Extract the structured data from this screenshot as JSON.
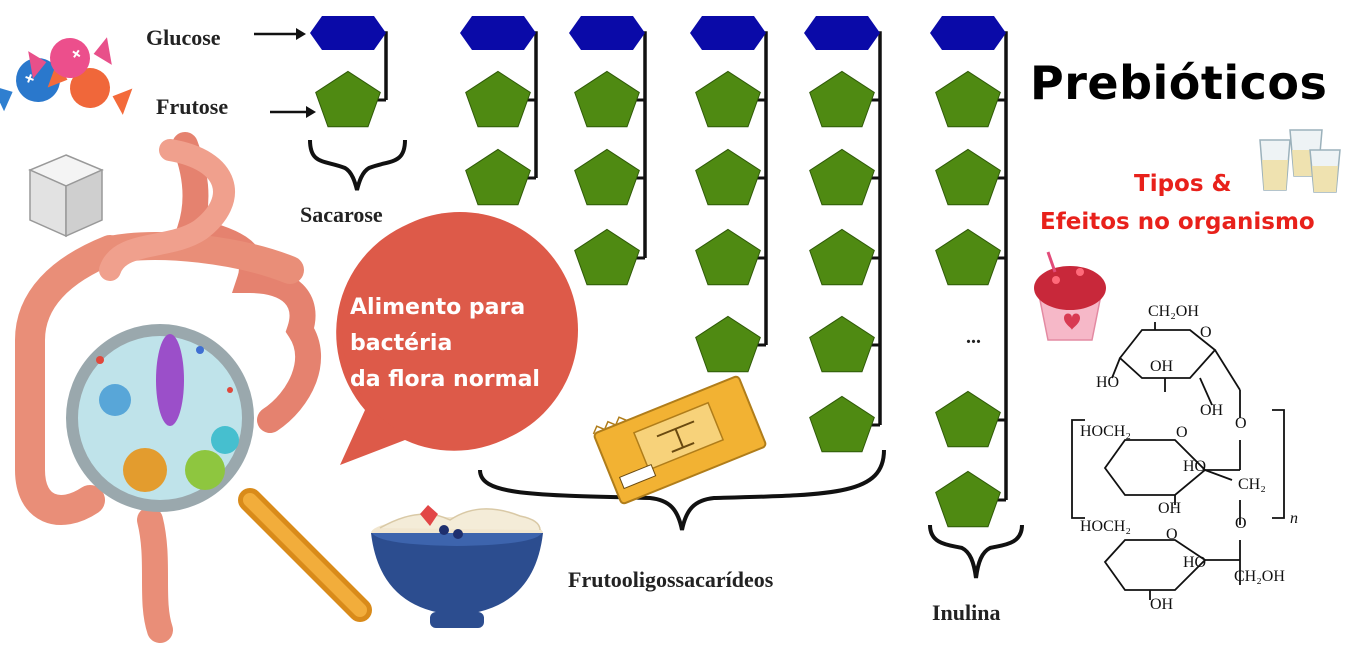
{
  "title": "Prebióticos",
  "subtitle": [
    "Tipos &",
    "Efeitos no organismo"
  ],
  "speech_bubble": [
    "Alimento para",
    "bactéria",
    "da flora normal"
  ],
  "labels": {
    "glucose": "Glucose",
    "frutose": "Frutose",
    "sacarose": "Sacarose",
    "fos": "Frutooligossacarídeos",
    "inulina": "Inulina",
    "ellipsis": "..."
  },
  "structure": {
    "ch2oh_top": "CH₂OH",
    "o_ring1": "O",
    "ho_left1": "HO",
    "oh_mid1": "OH",
    "oh_low1": "OH",
    "o_link1": "O",
    "hoch2_2": "HOCH₂",
    "o_ring2": "O",
    "ho_2": "HO",
    "oh_2": "OH",
    "ch2_2": "CH₂",
    "o_link2": "O",
    "n_sub": "n",
    "hoch2_3": "HOCH₂",
    "o_ring3": "O",
    "ho_3": "HO",
    "ch2oh_3": "CH₂OH",
    "oh_3": "OH"
  },
  "colors": {
    "glucose_unit": "#0a0aa8",
    "fructose_unit": "#4f8a12",
    "chain_line": "#111111",
    "bubble": "#dd5a49",
    "subtitle": "#e8211b"
  },
  "chains": [
    {
      "name": "sacarose",
      "fructose_units": 1
    },
    {
      "name": "fos-1",
      "fructose_units": 2
    },
    {
      "name": "fos-2",
      "fructose_units": 3
    },
    {
      "name": "fos-3",
      "fructose_units": 4
    },
    {
      "name": "fos-4",
      "fructose_units": 5
    },
    {
      "name": "inulina",
      "fructose_units": 6
    }
  ]
}
